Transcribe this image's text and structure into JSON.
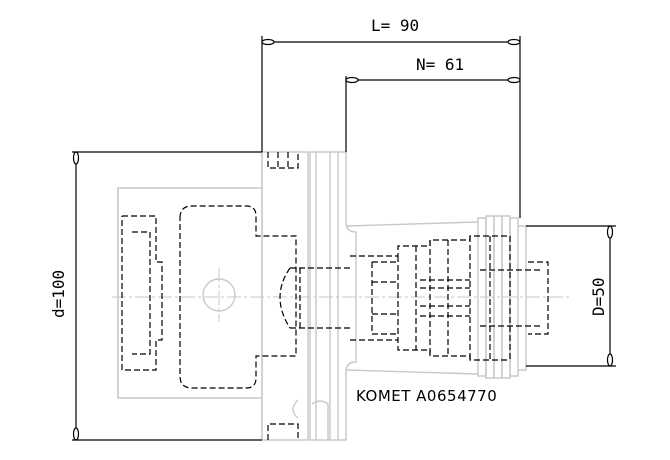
{
  "dimensions": {
    "length": "L= 90",
    "n_length": "N= 61",
    "large_diameter": "d=100",
    "small_diameter": "D=50"
  },
  "part_label": "KOMET A0654770",
  "colors": {
    "outline": "#c8c8c8",
    "hidden_lines": "#000000",
    "dimension_lines": "#000000",
    "background": "#ffffff"
  }
}
